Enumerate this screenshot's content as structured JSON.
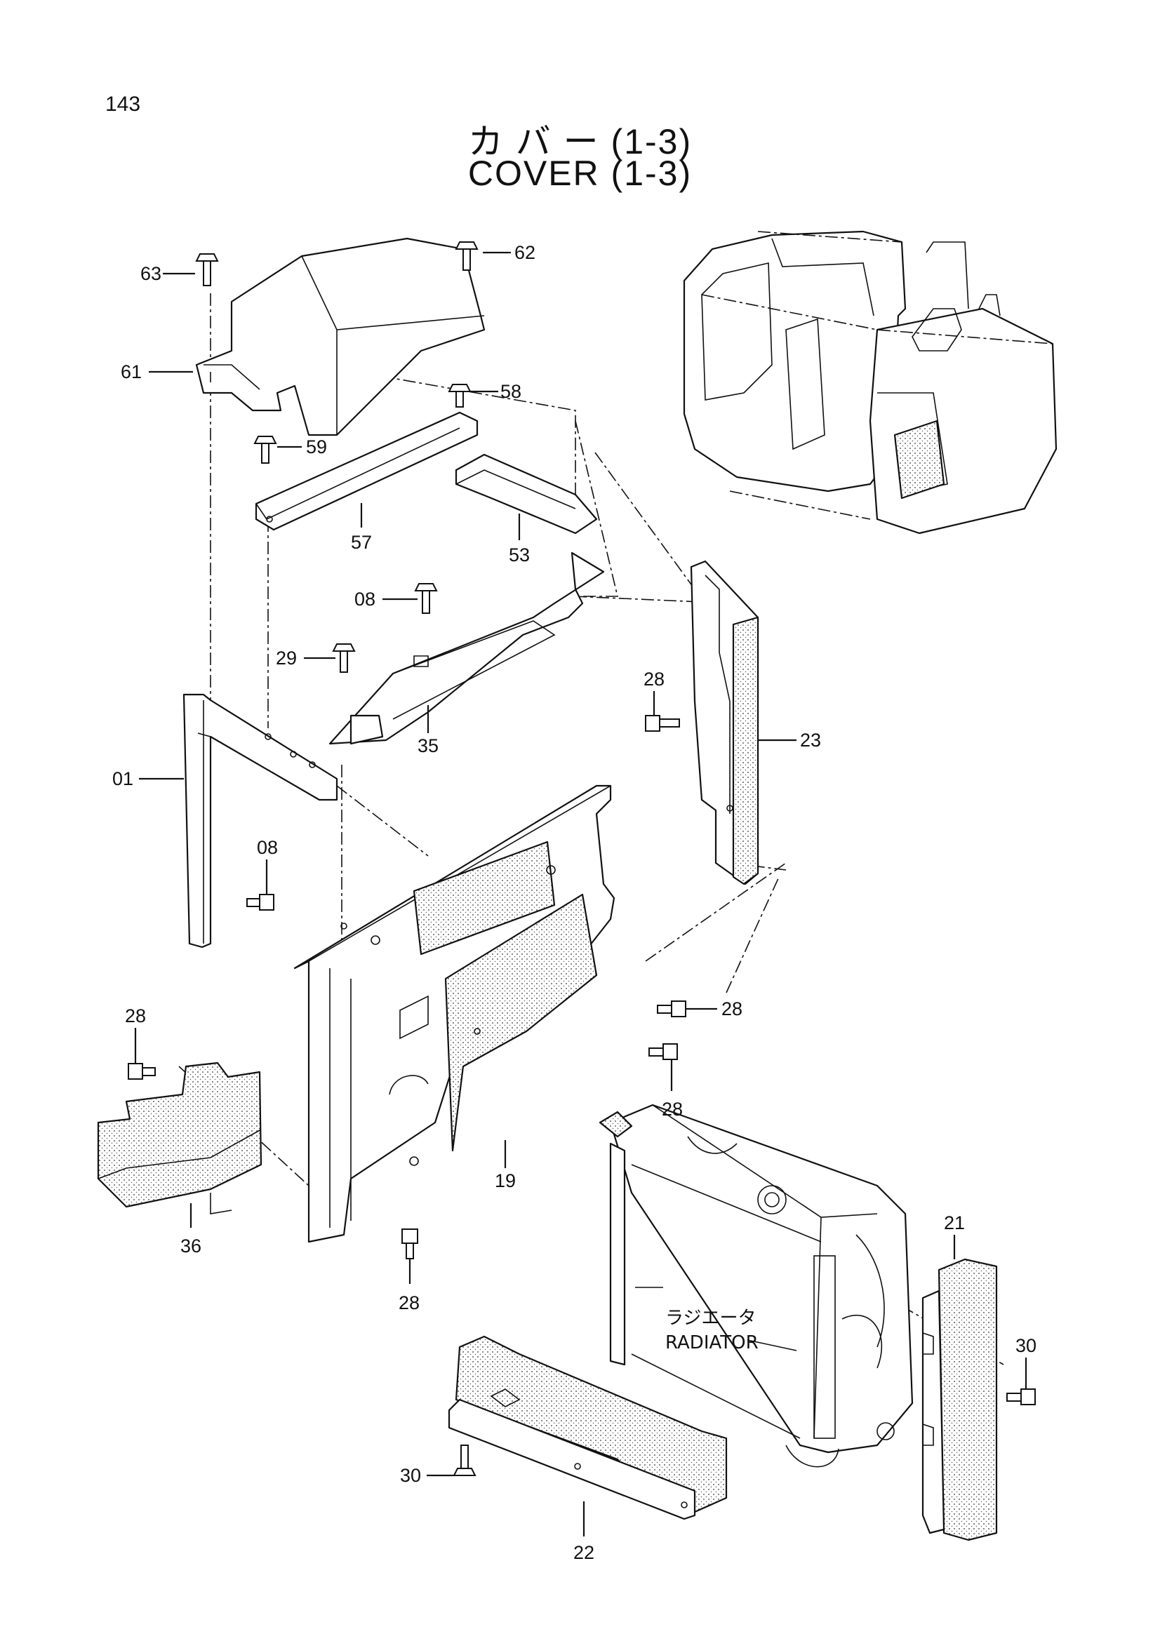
{
  "page_number": "143",
  "title_jp": "カ バ ー (1-3)",
  "title_en": "COVER (1-3)",
  "callouts": {
    "c63": "63",
    "c62": "62",
    "c61": "61",
    "c58": "58",
    "c59": "59",
    "c57": "57",
    "c53": "53",
    "c08a": "08",
    "c29": "29",
    "c35": "35",
    "c28a": "28",
    "c23": "23",
    "c01": "01",
    "c08b": "08",
    "c28b": "28",
    "c28c": "28",
    "c28d": "28",
    "c19": "19",
    "c36": "36",
    "c28e": "28",
    "c21": "21",
    "c30a": "30",
    "c30b": "30",
    "c22": "22"
  },
  "radiator_label_jp": "ラジエータ",
  "radiator_label_en": "RADIATOR"
}
